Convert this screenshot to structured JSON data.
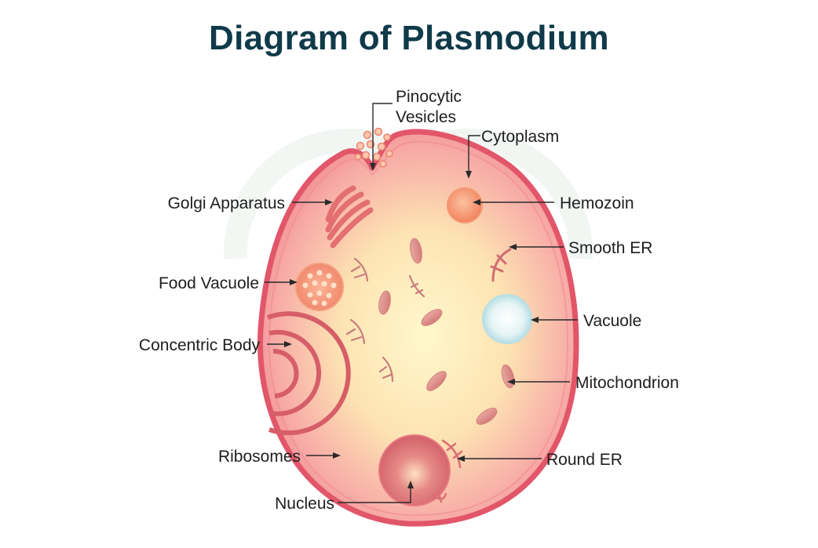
{
  "title": "Diagram of Plasmodium",
  "labels": {
    "pinocytic_line1": "Pinocytic",
    "pinocytic_line2": "Vesicles",
    "cytoplasm": "Cytoplasm",
    "golgi": "Golgi Apparatus",
    "hemozoin": "Hemozoin",
    "smooth_er": "Smooth ER",
    "food_vacuole": "Food Vacuole",
    "vacuole": "Vacuole",
    "concentric_body": "Concentric Body",
    "mitochondrion": "Mitochondrion",
    "ribosomes": "Ribosomes",
    "round_er": "Round ER",
    "nucleus": "Nucleus"
  },
  "colors": {
    "title": "#0f3a4a",
    "membrane": "#e2566a",
    "cytoplasm_center": "#fff7c8",
    "cytoplasm_edge": "#f28a94",
    "organelle": "#d4707a",
    "vacuole": "#cfe9ee",
    "hemozoin": "#f58c66"
  }
}
